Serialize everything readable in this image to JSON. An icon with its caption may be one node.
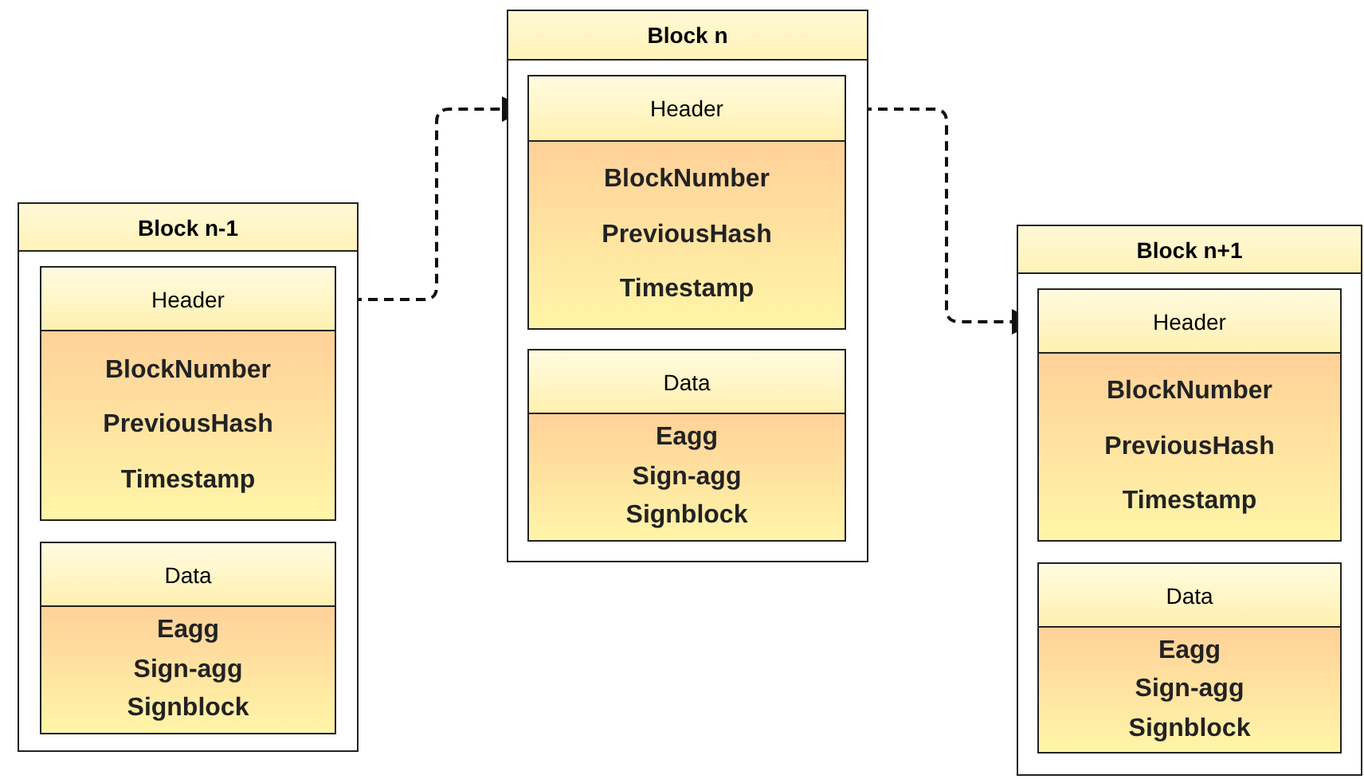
{
  "diagram": {
    "nodes": [
      {
        "text": [
          "Block n-1"
        ]
      },
      {
        "text": [
          "Header",
          "BlockNumber",
          "PreviousHash",
          "Timestamp"
        ],
        "in": 0
      },
      {
        "text": [
          "Data",
          "Eagg",
          "Sign-agg",
          "Signblock"
        ],
        "in": 0
      },
      {
        "text": [
          "Block n"
        ]
      },
      {
        "text": [
          "Header",
          "BlockNumber",
          "PreviousHash",
          "Timestamp"
        ],
        "in": 3
      },
      {
        "text": [
          "Data",
          "Eagg",
          "Sign-agg",
          "Signblock"
        ],
        "in": 3
      },
      {
        "text": [
          "Block n+1"
        ]
      },
      {
        "text": [
          "Header",
          "BlockNumber",
          "PreviousHash",
          "Timestamp"
        ],
        "in": 6
      },
      {
        "text": [
          "Data",
          "Eagg",
          "Sign-agg",
          "Signblock"
        ],
        "in": 6
      }
    ],
    "edges": [
      {
        "from": 1,
        "to": 4,
        "arrow": "to",
        "style": "dashed"
      },
      {
        "from": 4,
        "to": 7,
        "arrow": "to",
        "style": "dashed"
      }
    ]
  }
}
